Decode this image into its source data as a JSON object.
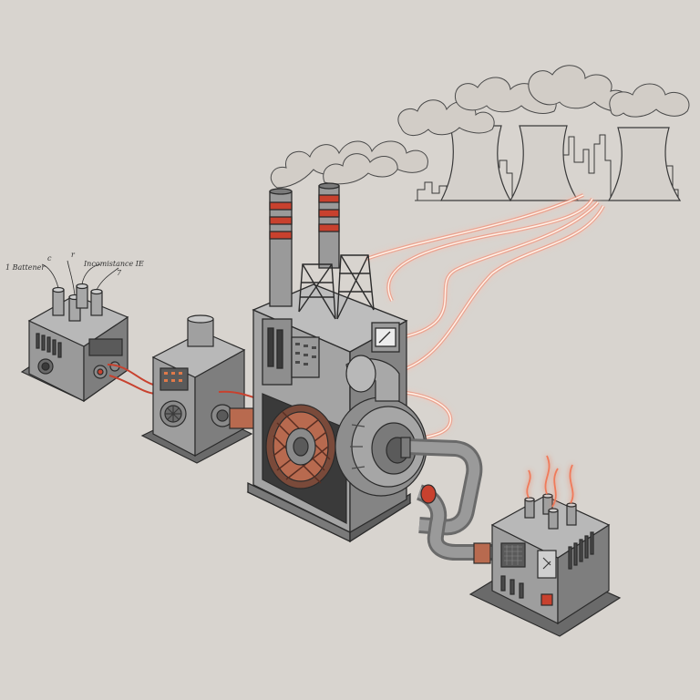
{
  "labels": {
    "l1": "1 Battener",
    "l2": "c",
    "l3": "r",
    "l4": "Incomistance IE",
    "l5": "7"
  },
  "colors": {
    "background": "#d8d4cf",
    "machine": "#8e8e8e",
    "machine_dark": "#5f5f5f",
    "machine_light": "#b5b5b5",
    "accent_red": "#c8412e",
    "copper": "#b86a4f",
    "power_glow": "#f07a5a",
    "smoke": "#cfcac4",
    "ink": "#2b2b2b"
  },
  "icons": [
    "control-box-icon",
    "turbine-unit-icon",
    "power-plant-icon",
    "generator-icon",
    "cooling-tower-icon",
    "transformer-icon",
    "power-line-icon"
  ]
}
